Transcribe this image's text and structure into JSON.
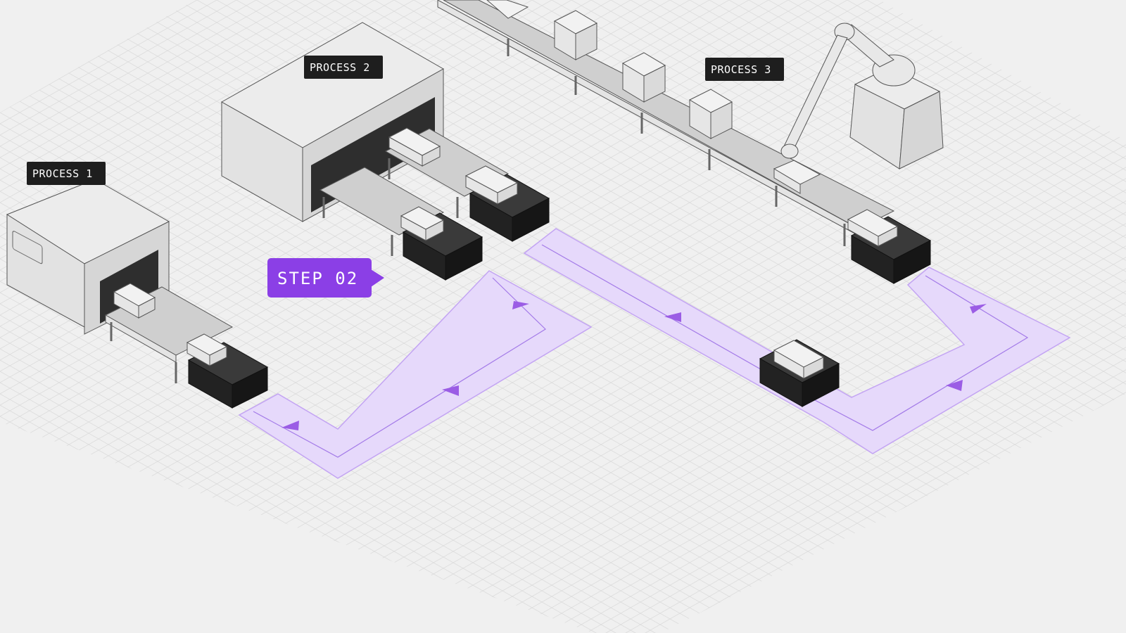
{
  "labels": {
    "process_1": "PROCESS 1",
    "process_2": "PROCESS 2",
    "process_3": "PROCESS 3"
  },
  "callout": {
    "step": "STEP 02"
  },
  "colors": {
    "background": "#f0f0f0",
    "grid": "#dcdcdc",
    "path_fill": "#e6d9fb",
    "path_stroke": "#b48ef0",
    "path_arrow": "#9b5de5",
    "step_badge": "#8b3fe6",
    "label_bg": "#1e1e1e",
    "machine_light": "#e2e2e2",
    "machine_dark": "#2e2e2e",
    "robot_dark": "#1c1c1c"
  },
  "icons": {
    "path_direction_marker": "triangle-arrow"
  }
}
